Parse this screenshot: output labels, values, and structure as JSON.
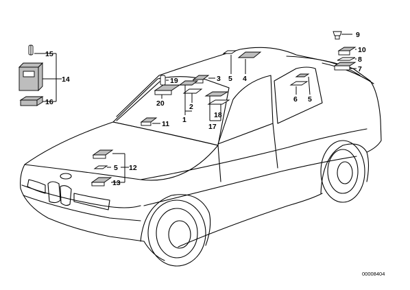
{
  "diagram_id": "00008404",
  "callouts": [
    {
      "id": "c1",
      "text": "1"
    },
    {
      "id": "c2",
      "text": "2"
    },
    {
      "id": "c3",
      "text": "3"
    },
    {
      "id": "c4",
      "text": "4"
    },
    {
      "id": "c5a",
      "text": "5"
    },
    {
      "id": "c5b",
      "text": "5"
    },
    {
      "id": "c5c",
      "text": "5"
    },
    {
      "id": "c6",
      "text": "6"
    },
    {
      "id": "c7",
      "text": "7"
    },
    {
      "id": "c8",
      "text": "8"
    },
    {
      "id": "c9",
      "text": "9"
    },
    {
      "id": "c10",
      "text": "10"
    },
    {
      "id": "c11",
      "text": "11"
    },
    {
      "id": "c12",
      "text": "12"
    },
    {
      "id": "c13",
      "text": "13"
    },
    {
      "id": "c14",
      "text": "14"
    },
    {
      "id": "c15",
      "text": "15"
    },
    {
      "id": "c16",
      "text": "16"
    },
    {
      "id": "c17",
      "text": "17"
    },
    {
      "id": "c18",
      "text": "18"
    },
    {
      "id": "c19",
      "text": "19"
    },
    {
      "id": "c20",
      "text": "20"
    }
  ]
}
